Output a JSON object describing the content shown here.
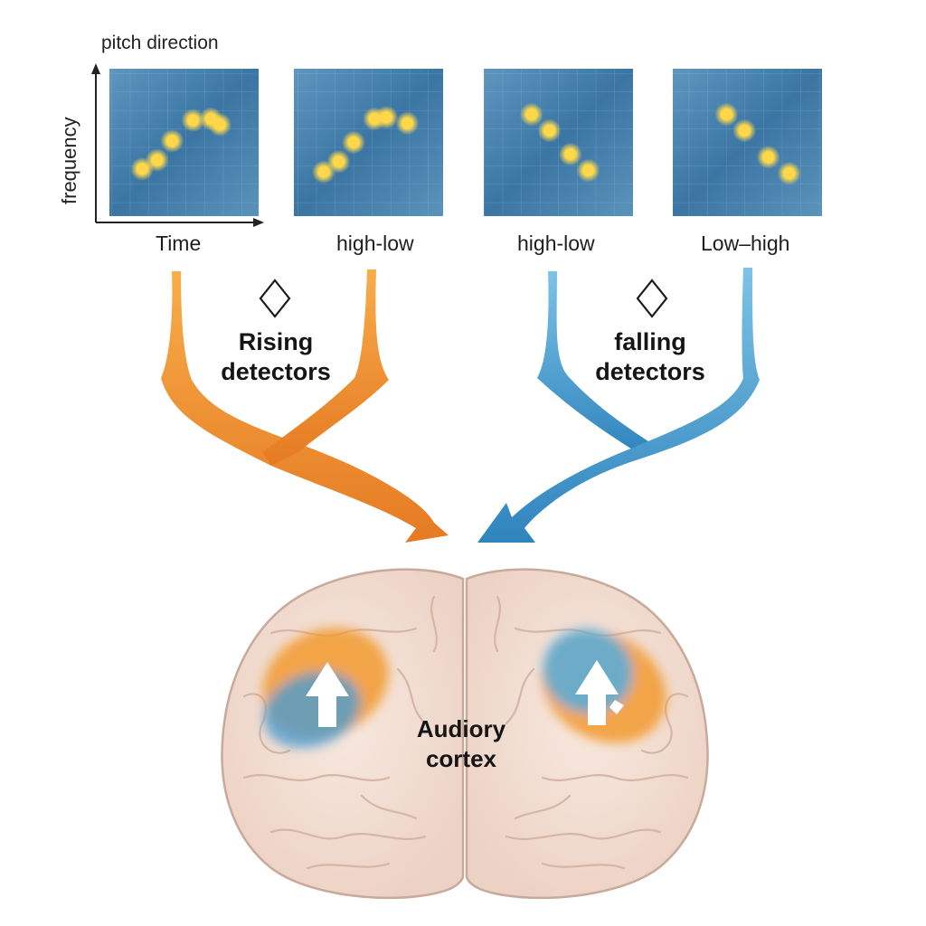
{
  "title": "pitch direction",
  "y_axis_label": "frequency",
  "panels": [
    {
      "label": "Time",
      "direction": "rising",
      "points": [
        [
          0.22,
          0.68
        ],
        [
          0.32,
          0.62
        ],
        [
          0.42,
          0.49
        ],
        [
          0.56,
          0.35
        ],
        [
          0.68,
          0.34
        ],
        [
          0.74,
          0.38
        ]
      ]
    },
    {
      "label": "high-low",
      "direction": "rising",
      "points": [
        [
          0.2,
          0.7
        ],
        [
          0.3,
          0.63
        ],
        [
          0.4,
          0.5
        ],
        [
          0.54,
          0.34
        ],
        [
          0.62,
          0.33
        ],
        [
          0.76,
          0.37
        ]
      ]
    },
    {
      "label": "high-low",
      "direction": "falling",
      "points": [
        [
          0.32,
          0.31
        ],
        [
          0.44,
          0.42
        ],
        [
          0.58,
          0.58
        ],
        [
          0.7,
          0.69
        ]
      ]
    },
    {
      "label": "Low–high",
      "direction": "falling",
      "points": [
        [
          0.36,
          0.31
        ],
        [
          0.48,
          0.42
        ],
        [
          0.64,
          0.6
        ],
        [
          0.78,
          0.71
        ]
      ]
    }
  ],
  "groups": {
    "rising": {
      "line1": "Rising",
      "line2": "detectors",
      "color": "#ef9a38"
    },
    "falling": {
      "line1": "falling",
      "line2": "detectors",
      "color": "#3d8fc4"
    }
  },
  "cortex": {
    "line1": "Audiory",
    "line2": "cortex"
  },
  "icons": [
    "diamond-icon",
    "up-arrow-icon"
  ],
  "colors": {
    "panel_bg": "#3f7ba6",
    "dot": "#ffd84a",
    "brain": "#f2ddd2",
    "brain_outline": "#c9a99a"
  }
}
